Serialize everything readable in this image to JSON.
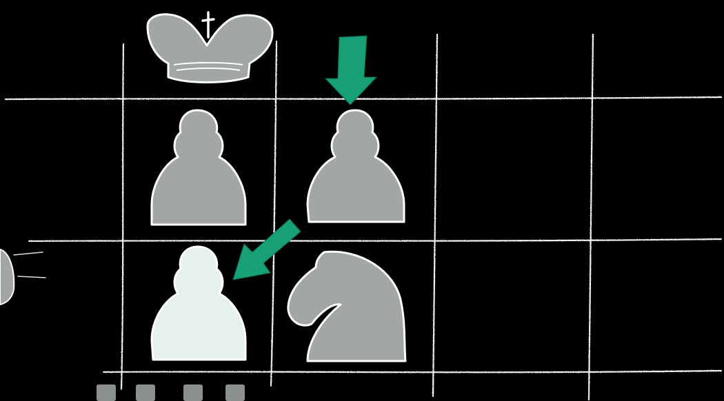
{
  "scene": {
    "background": "#000000",
    "chalk_line_color": "#f2f2f2",
    "piece_gray": "#a3a6a6",
    "piece_light": "#e6f0ee",
    "piece_outline": "#ffffff",
    "arrow_green": "#17a078",
    "square_marker_color": "#8a8f8f"
  },
  "pieces": [
    {
      "type": "king",
      "shade": "gray",
      "icon": "king-icon"
    },
    {
      "type": "pawn",
      "shade": "gray",
      "icon": "pawn-icon"
    },
    {
      "type": "pawn",
      "shade": "gray",
      "icon": "pawn-icon"
    },
    {
      "type": "pawn",
      "shade": "light",
      "icon": "pawn-icon"
    },
    {
      "type": "knight",
      "shade": "gray",
      "icon": "knight-icon"
    }
  ],
  "arrows": [
    {
      "direction": "down",
      "icon": "arrow-down-icon"
    },
    {
      "direction": "down-left",
      "icon": "arrow-down-left-icon"
    }
  ]
}
